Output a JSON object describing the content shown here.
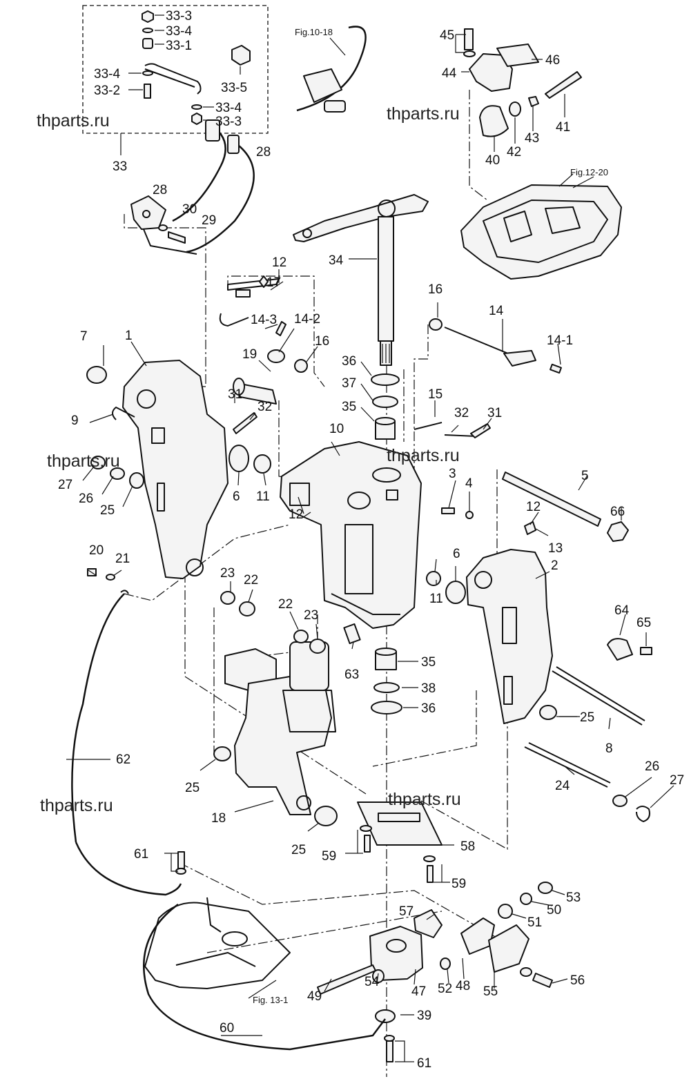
{
  "watermarks": [
    "thparts.ru",
    "thparts.ru",
    "thparts.ru",
    "thparts.ru",
    "thparts.ru",
    "thparts.ru"
  ],
  "references": {
    "fig_10_18": "Fig.10-18",
    "fig_12_20": "Fig.12-20",
    "fig_13_1": "Fig. 13-1"
  },
  "part_numbers": {
    "p1": "1",
    "p2": "2",
    "p3": "3",
    "p4": "4",
    "p5": "5",
    "p6a": "6",
    "p6b": "6",
    "p7": "7",
    "p8": "8",
    "p9": "9",
    "p10": "10",
    "p11a": "11",
    "p11b": "11",
    "p12a": "12",
    "p12b": "12",
    "p12c": "12",
    "p13": "13",
    "p14": "14",
    "p14_1": "14-1",
    "p14_2": "14-2",
    "p14_3": "14-3",
    "p15": "15",
    "p16a": "16",
    "p16b": "16",
    "p17": "17",
    "p18": "18",
    "p19": "19",
    "p20": "20",
    "p21": "21",
    "p22a": "22",
    "p22b": "22",
    "p23a": "23",
    "p23b": "23",
    "p24": "24",
    "p25a": "25",
    "p25b": "25",
    "p25c": "25",
    "p25d": "25",
    "p26a": "26",
    "p26b": "26",
    "p27a": "27",
    "p27b": "27",
    "p28a": "28",
    "p28b": "28",
    "p29": "29",
    "p30": "30",
    "p31a": "31",
    "p31b": "31",
    "p32a": "32",
    "p32b": "32",
    "p33": "33",
    "p33_1": "33-1",
    "p33_2": "33-2",
    "p33_3a": "33-3",
    "p33_3b": "33-3",
    "p33_4a": "33-4",
    "p33_4b": "33-4",
    "p33_4c": "33-4",
    "p33_5": "33-5",
    "p34": "34",
    "p35a": "35",
    "p35b": "35",
    "p36a": "36",
    "p36b": "36",
    "p37": "37",
    "p38": "38",
    "p39": "39",
    "p40": "40",
    "p41": "41",
    "p42": "42",
    "p43": "43",
    "p44": "44",
    "p45": "45",
    "p46": "46",
    "p47": "47",
    "p48": "48",
    "p49": "49",
    "p50": "50",
    "p51": "51",
    "p52": "52",
    "p53": "53",
    "p54": "54",
    "p55": "55",
    "p56": "56",
    "p57": "57",
    "p58": "58",
    "p59a": "59",
    "p59b": "59",
    "p60": "60",
    "p61a": "61",
    "p61b": "61",
    "p62": "62",
    "p63": "63",
    "p64": "64",
    "p65": "65",
    "p66": "66"
  }
}
